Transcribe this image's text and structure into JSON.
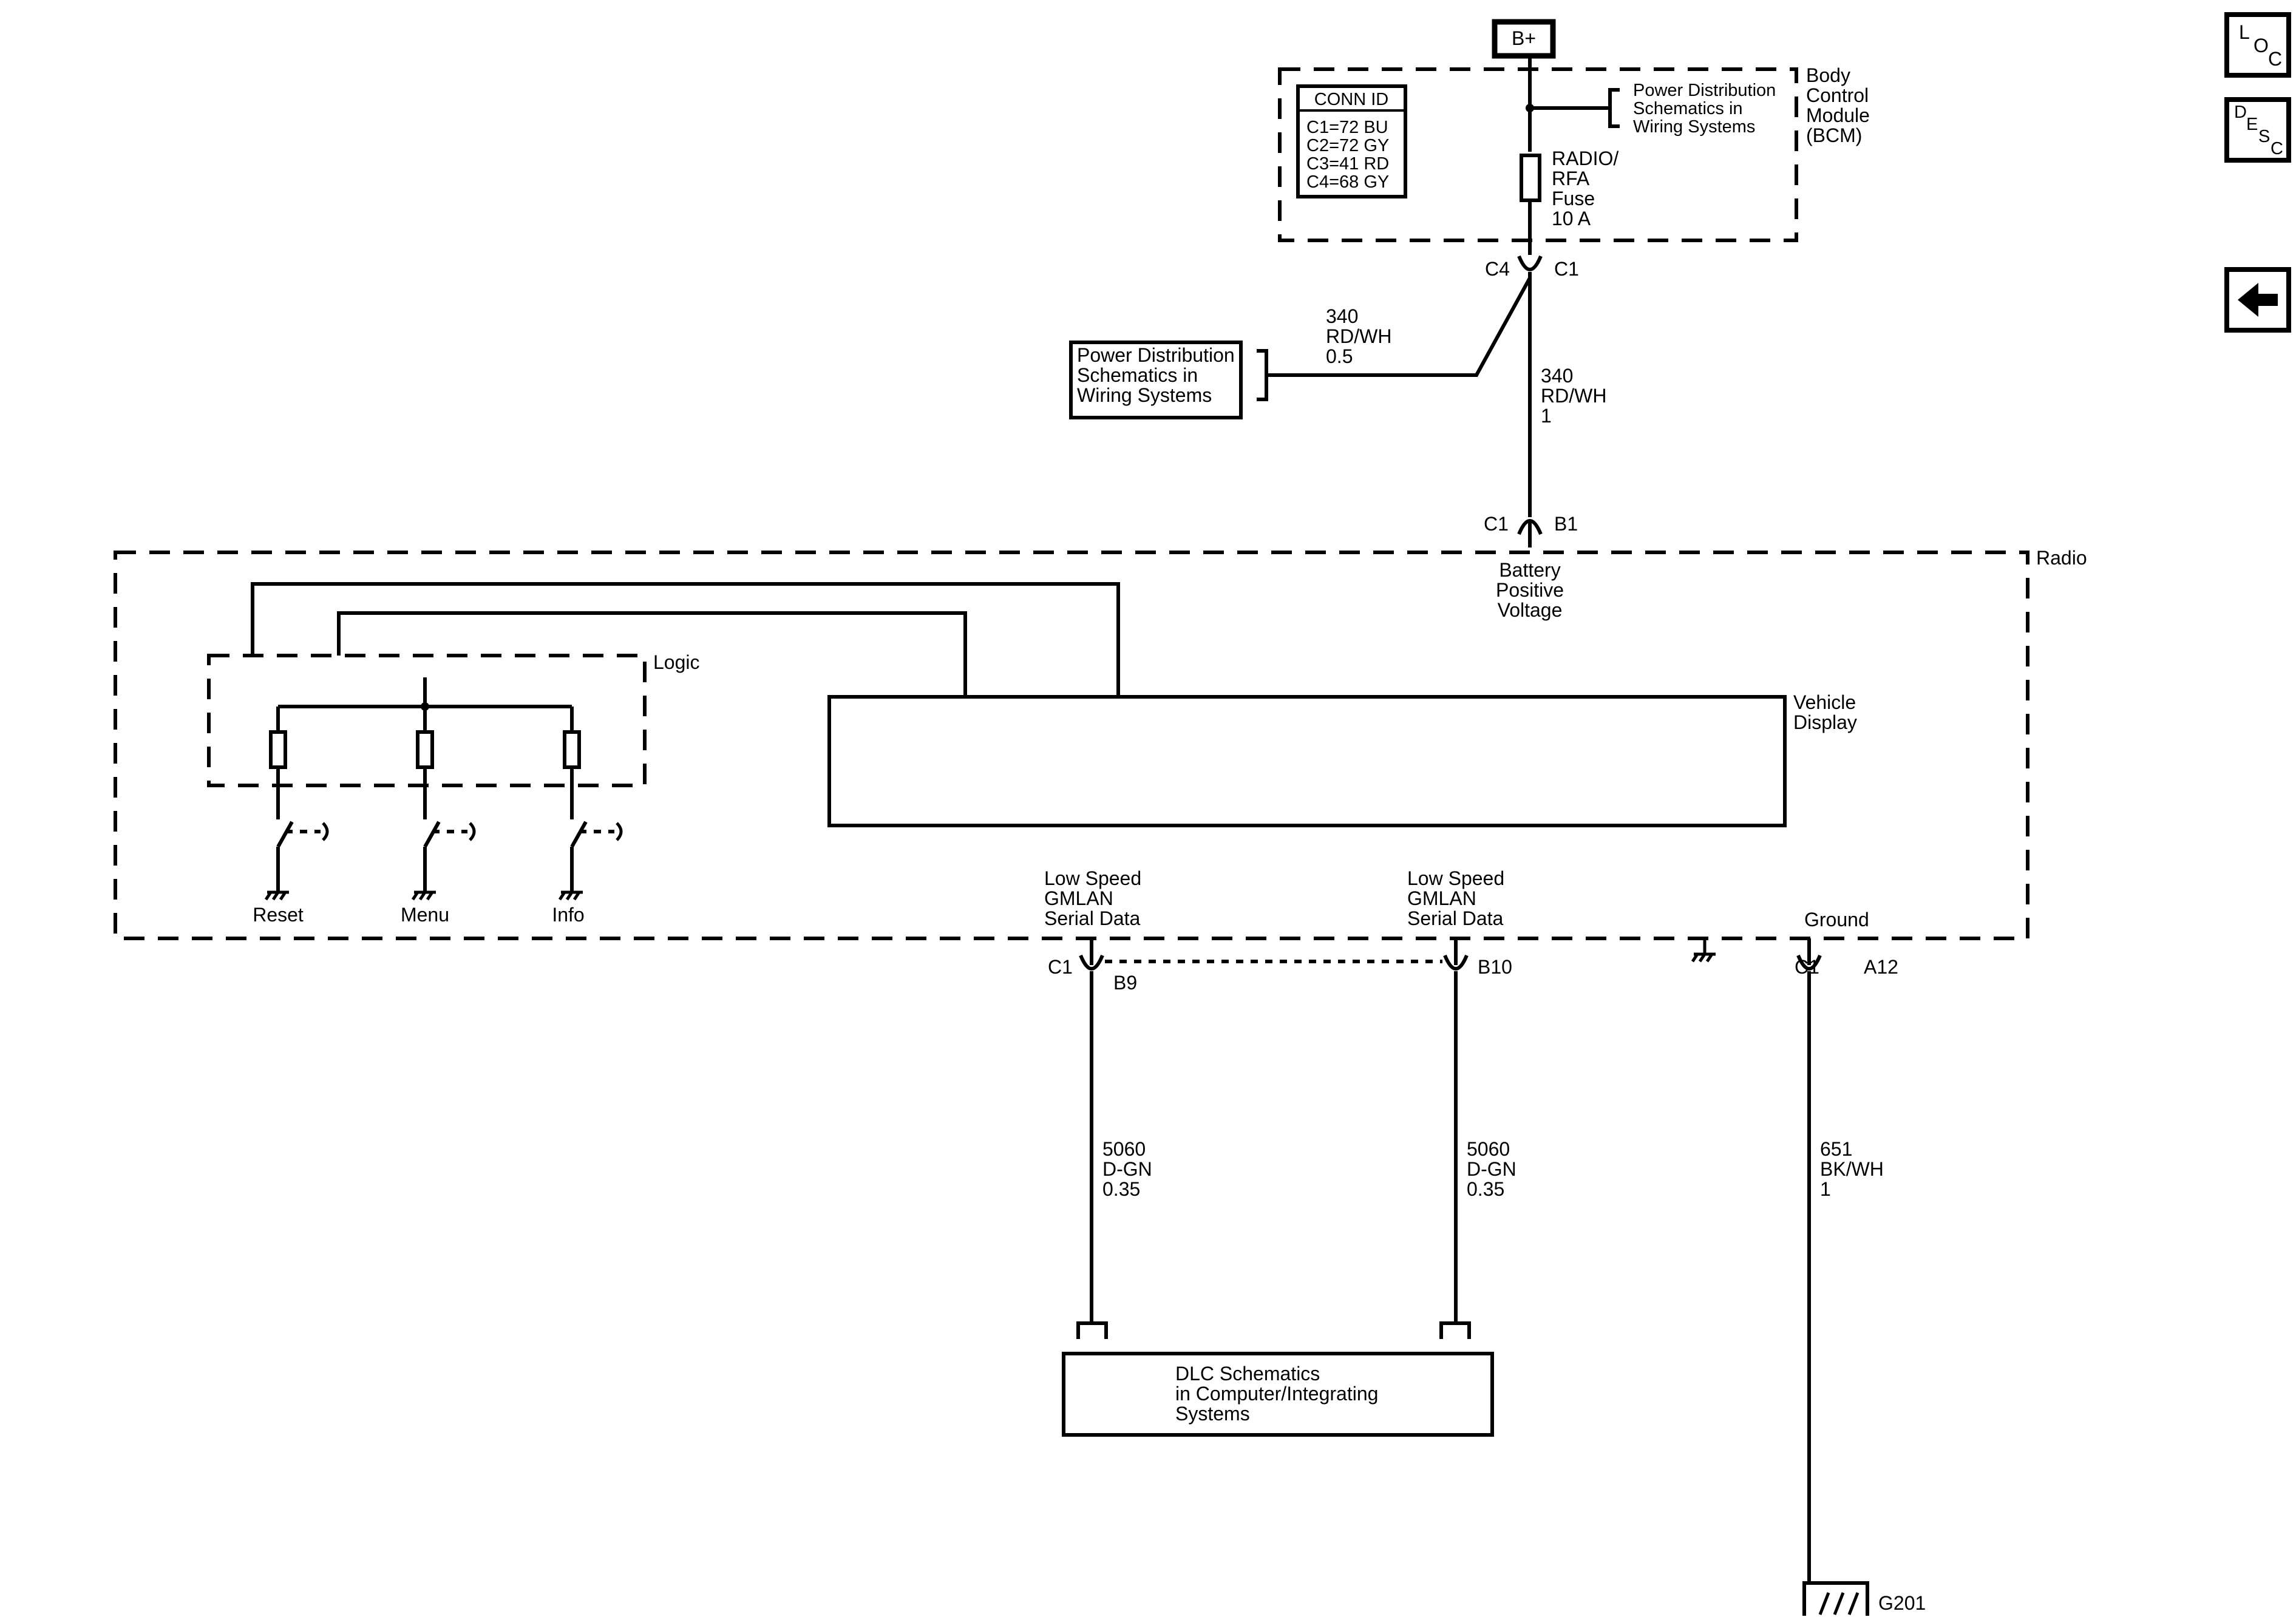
{
  "power_source": "B+",
  "bcm": {
    "title": [
      "Body",
      "Control",
      "Module",
      "(BCM)"
    ],
    "conn_id_title": "CONN ID",
    "conn_ids": [
      "C1=72 BU",
      "C2=72 GY",
      "C3=41 RD",
      "C4=68 GY"
    ],
    "ref": [
      "Power Distribution",
      "Schematics in",
      "Wiring Systems"
    ],
    "fuse": [
      "RADIO/",
      "RFA",
      "Fuse",
      "10 A"
    ],
    "connector_left": "C4",
    "connector_right": "C1"
  },
  "power_ref": {
    "text": [
      "Power Distribution",
      "Schematics in",
      "Wiring Systems"
    ],
    "circuit": "340",
    "color": "RD/WH",
    "size": "0.5"
  },
  "main_wire": {
    "circuit": "340",
    "color": "RD/WH",
    "size": "1"
  },
  "radio": {
    "title": "Radio",
    "power_connector_left": "C1",
    "power_connector_right": "B1",
    "battery_label": [
      "Battery",
      "Positive",
      "Voltage"
    ],
    "logic_label": "Logic",
    "display_label": [
      "Vehicle",
      "Display"
    ],
    "switches": [
      "Reset",
      "Menu",
      "Info"
    ],
    "gmlan_label": [
      "Low Speed",
      "GMLAN",
      "Serial Data"
    ],
    "gmlan1_conn_left": "C1",
    "gmlan1_conn_right": "B9",
    "gmlan2_conn_right": "B10",
    "ground_label": "Ground",
    "ground_conn_left": "C1",
    "ground_conn_right": "A12"
  },
  "gmlan_wire1": {
    "circuit": "5060",
    "color": "D-GN",
    "size": "0.35"
  },
  "gmlan_wire2": {
    "circuit": "5060",
    "color": "D-GN",
    "size": "0.35"
  },
  "ground_wire": {
    "circuit": "651",
    "color": "BK/WH",
    "size": "1"
  },
  "dlc_ref": [
    "DLC Schematics",
    "in Computer/Integrating",
    "Systems"
  ],
  "ground_point": "G201",
  "nav": {
    "loc": [
      "L",
      "O",
      "C"
    ],
    "desc": [
      "D",
      "E",
      "S",
      "C"
    ],
    "back_icon": "left-arrow-icon"
  }
}
